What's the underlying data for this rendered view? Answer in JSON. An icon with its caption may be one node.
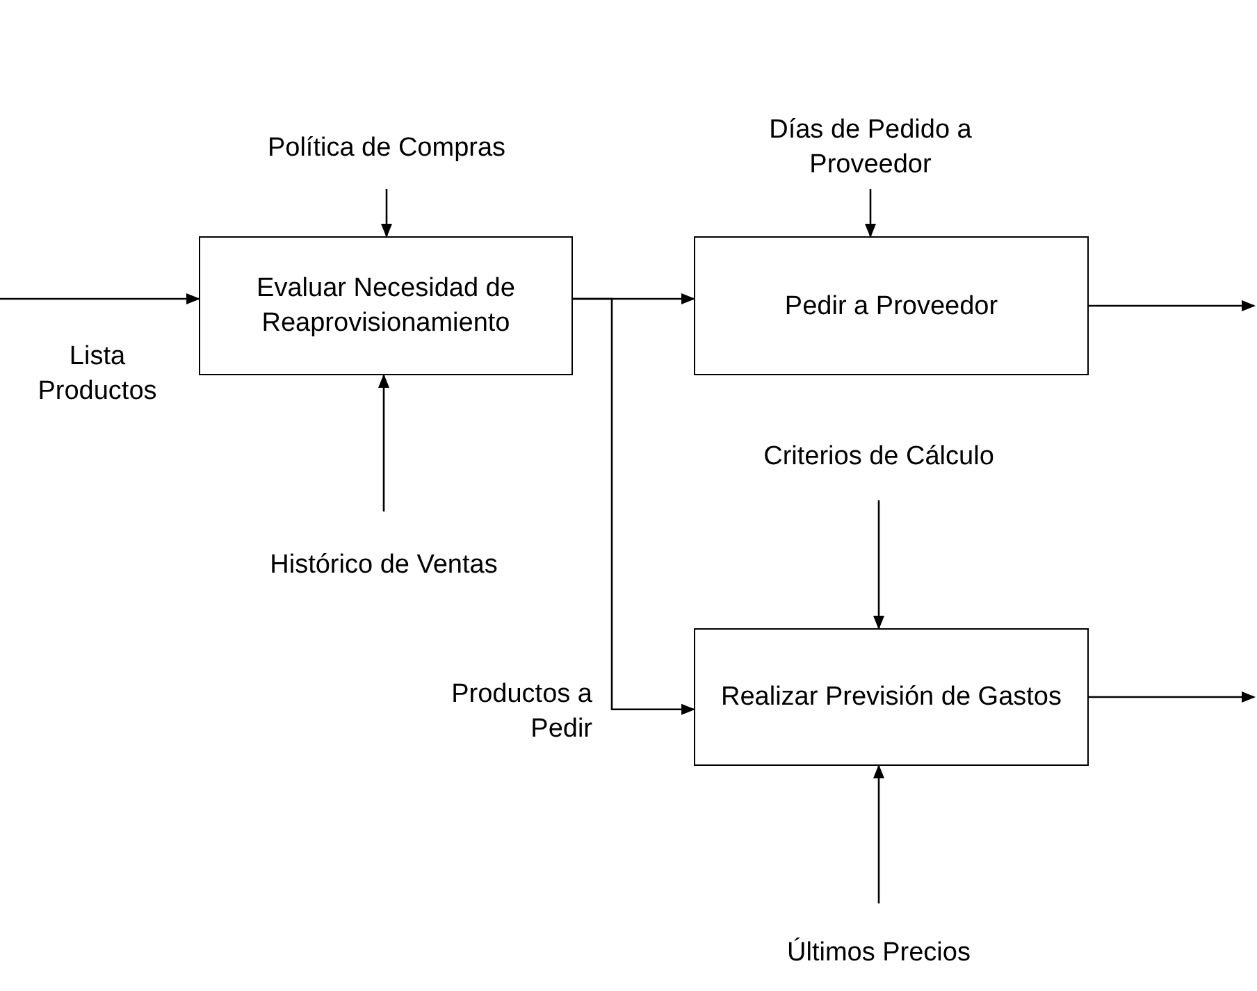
{
  "diagram": {
    "nodes": [
      {
        "text": [
          "Evaluar Necesidad de Reaprovisionamiento"
        ]
      },
      {
        "text": [
          "Política de Compras"
        ]
      },
      {
        "text": [
          "Histórico de Ventas"
        ]
      },
      {
        "text": [
          "Pedir a Proveedor"
        ]
      },
      {
        "text": [
          "Días de Pedido a Proveedor"
        ]
      },
      {
        "text": [
          "Realizar Previsión de Gastos"
        ]
      },
      {
        "text": [
          "Criterios de Cálculo"
        ]
      },
      {
        "text": [
          "Últimos Precios"
        ]
      }
    ],
    "edges": [
      {
        "from": null,
        "to": 0,
        "arrow": "to",
        "label": "Lista Productos"
      },
      {
        "from": 1,
        "to": 0,
        "arrow": "to"
      },
      {
        "from": 2,
        "to": 0,
        "arrow": "to"
      },
      {
        "from": 0,
        "to": 3,
        "arrow": "to"
      },
      {
        "from": 0,
        "to": 5,
        "arrow": "to",
        "label": "Productos a Pedir"
      },
      {
        "from": 4,
        "to": 3,
        "arrow": "to"
      },
      {
        "from": 3,
        "to": null,
        "arrow": "to"
      },
      {
        "from": 6,
        "to": 5,
        "arrow": "to"
      },
      {
        "from": 7,
        "to": 5,
        "arrow": "to"
      },
      {
        "from": 5,
        "to": null,
        "arrow": "to"
      }
    ]
  }
}
